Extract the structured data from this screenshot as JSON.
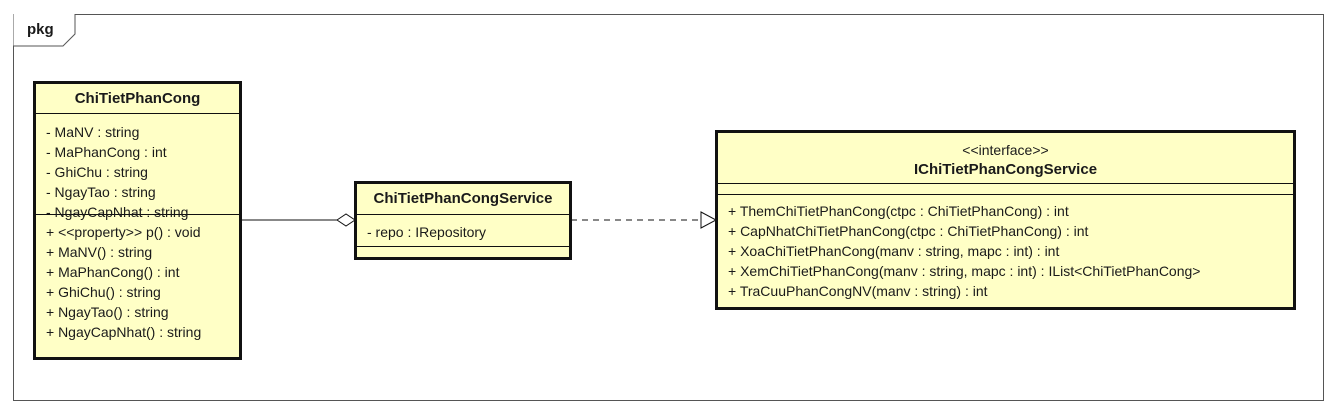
{
  "package": {
    "label": "pkg"
  },
  "classes": {
    "chitiet": {
      "name": "ChiTietPhanCong",
      "attributes": [
        "- MaNV : string",
        "- MaPhanCong : int",
        "- GhiChu : string",
        "- NgayTao : string",
        "- NgayCapNhat : string"
      ],
      "operations": [
        "+ <<property>> p() : void",
        "+ MaNV() : string",
        "+ MaPhanCong() : int",
        "+ GhiChu() : string",
        "+ NgayTao() : string",
        "+ NgayCapNhat() : string"
      ]
    },
    "service": {
      "name": "ChiTietPhanCongService",
      "attributes": [
        "- repo : IRepository"
      ]
    },
    "iservice": {
      "stereotype": "<<interface>>",
      "name": "IChiTietPhanCongService",
      "operations": [
        "+ ThemChiTietPhanCong(ctpc : ChiTietPhanCong) : int",
        "+ CapNhatChiTietPhanCong(ctpc : ChiTietPhanCong) : int",
        "+ XoaChiTietPhanCong(manv : string, mapc : int) : int",
        "+ XemChiTietPhanCong(manv : string, mapc : int) : IList<ChiTietPhanCong>",
        "+ TraCuuPhanCongNV(manv : string) : int"
      ]
    }
  },
  "relations": {
    "aggregation": {
      "from": "ChiTietPhanCong",
      "to": "ChiTietPhanCongService",
      "kind": "aggregation"
    },
    "realization": {
      "from": "ChiTietPhanCongService",
      "to": "IChiTietPhanCongService",
      "kind": "realization"
    }
  },
  "colors": {
    "class_fill": "#ffffc6",
    "border": "#111111",
    "frame": "#555555"
  }
}
